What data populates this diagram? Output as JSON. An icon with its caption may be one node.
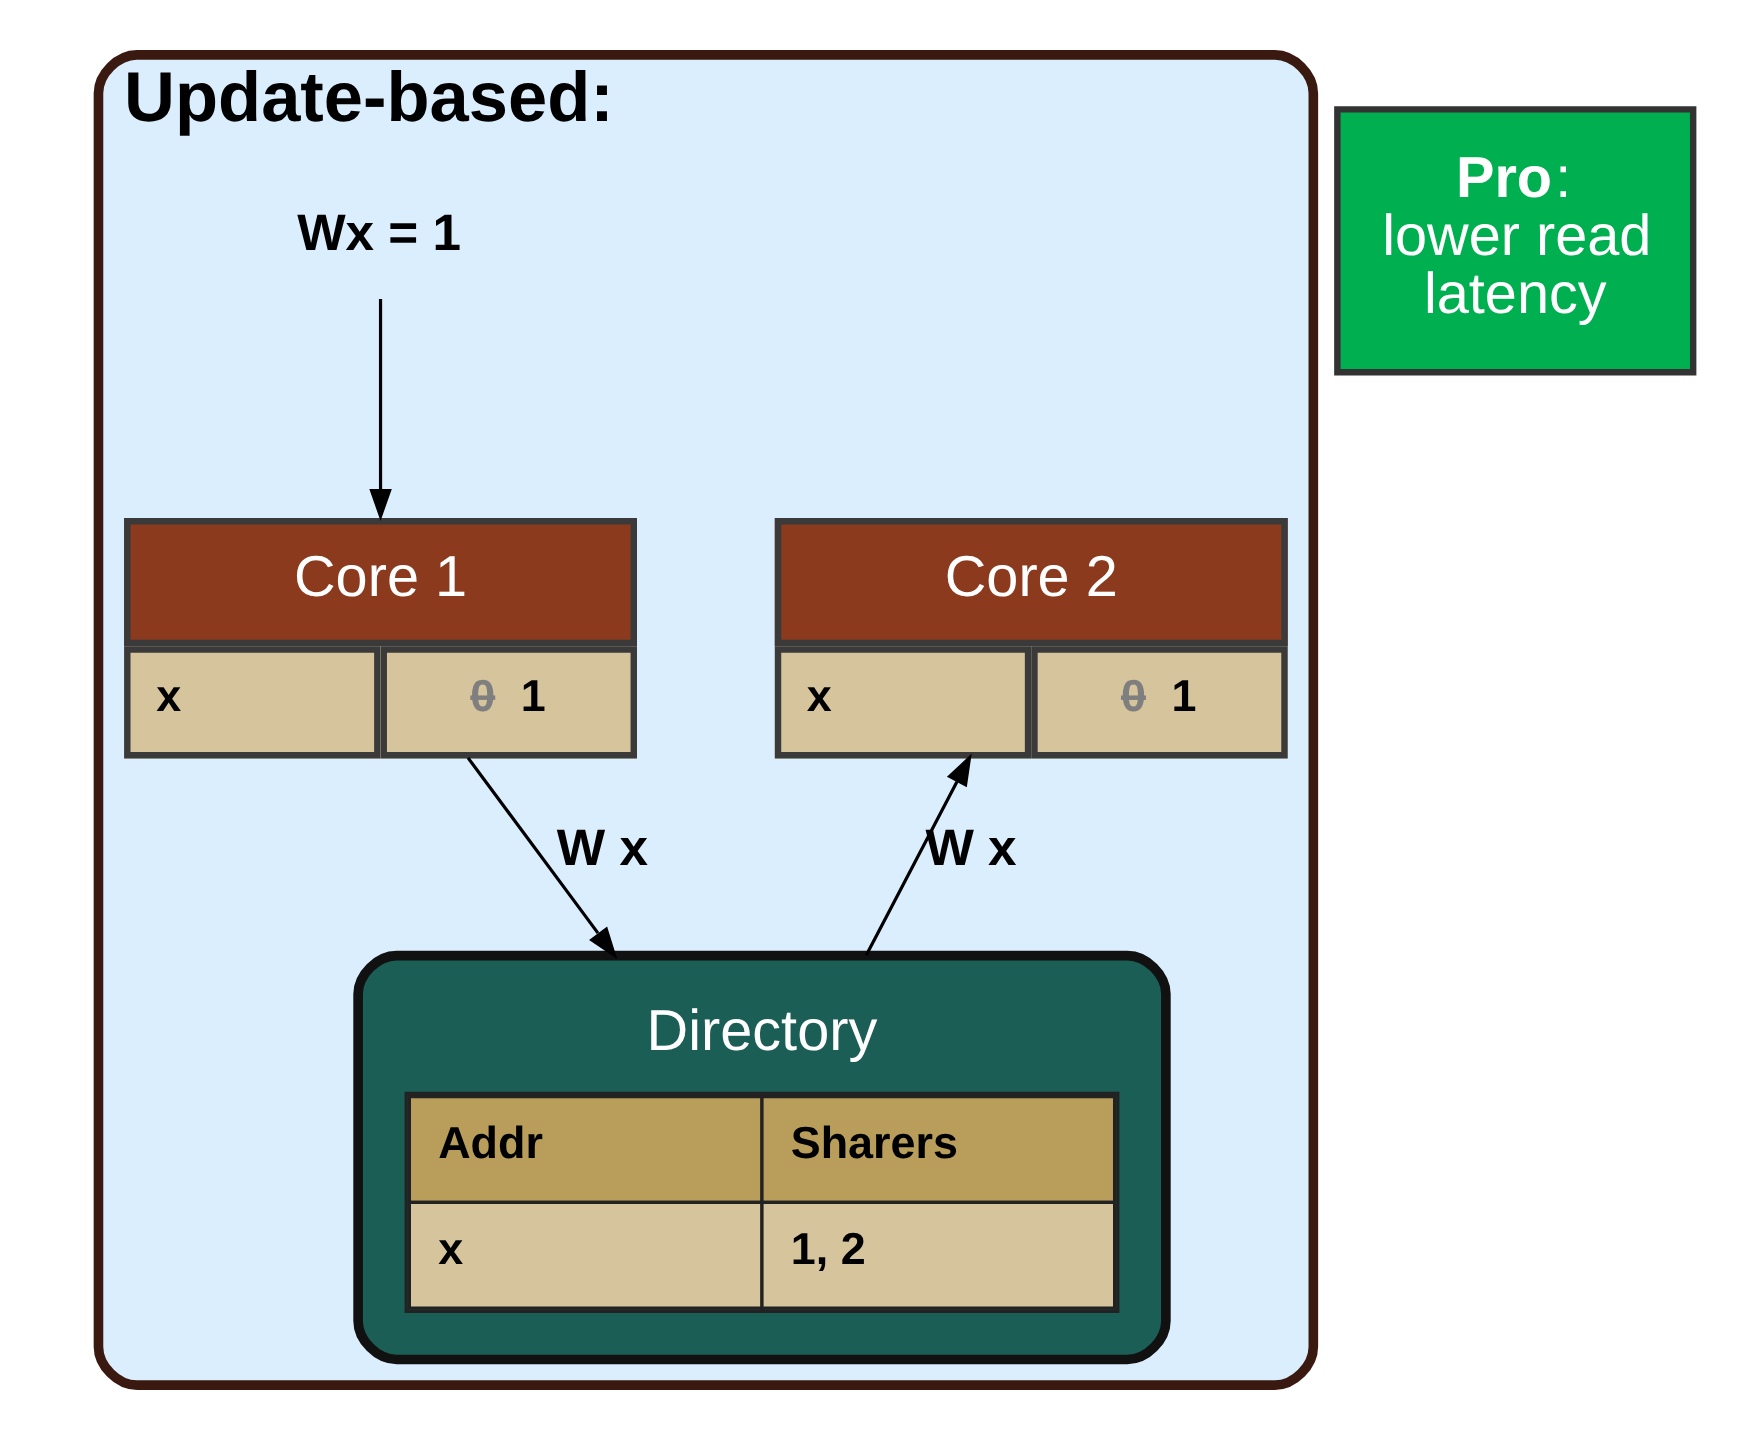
{
  "diagram": {
    "nodes": [
      {
        "text": [
          "Update-based:"
        ]
      },
      {
        "text": [
          "Core 1",
          "x",
          "0 1"
        ],
        "in": 0
      },
      {
        "text": [
          "Core 2",
          "x",
          "0 1"
        ],
        "in": 0
      },
      {
        "text": [
          "Directory",
          "Addr",
          "Sharers",
          "x",
          "1, 2"
        ],
        "in": 0
      },
      {
        "text": [
          "**Pro**: lower read latency"
        ]
      },
      {
        "text": [
          "Wx = 1"
        ],
        "in": 0
      }
    ],
    "edges": [
      {
        "from": 5,
        "to": 1,
        "arrow": "to"
      },
      {
        "from": 1,
        "to": 3,
        "label": "W x",
        "arrow": "to"
      },
      {
        "from": 3,
        "to": 2,
        "label": "W x",
        "arrow": "to"
      }
    ]
  }
}
